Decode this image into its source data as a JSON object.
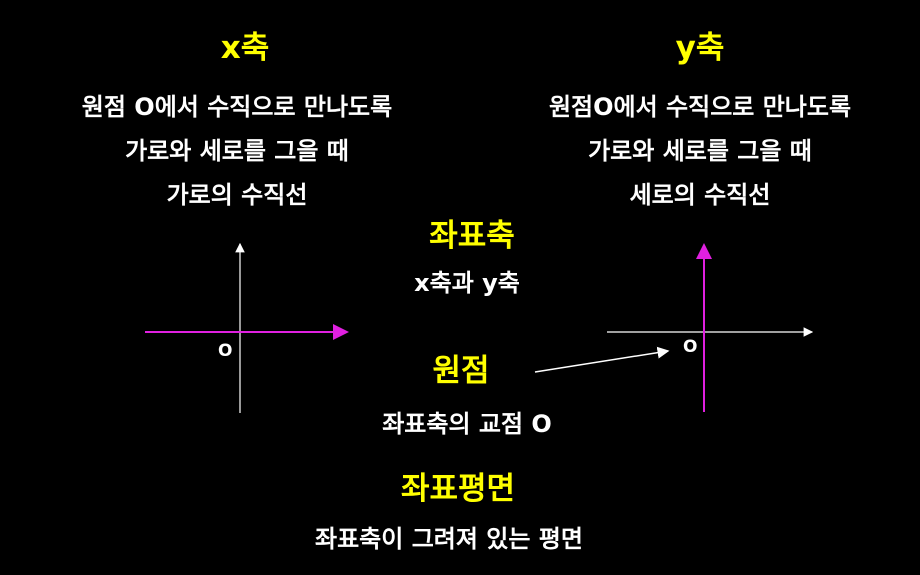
{
  "xaxis": {
    "title": "x축",
    "lines": [
      "원점 O에서 수직으로 만나도록",
      "가로와 세로를 그을 때",
      "가로의 수직선"
    ],
    "origin_label": "O"
  },
  "yaxis": {
    "title": "y축",
    "lines": [
      "원점O에서 수직으로 만나도록",
      "가로와 세로를 그을 때",
      "세로의 수직선"
    ],
    "origin_label": "O"
  },
  "coordinate_axes": {
    "title": "좌표축",
    "desc": "x축과 y축"
  },
  "origin": {
    "title": "원점",
    "desc": "좌표축의 교점 O"
  },
  "coordinate_plane": {
    "title": "좌표평면",
    "desc": "좌표축이 그려져 있는 평면"
  },
  "colors": {
    "accent": "#ffff00",
    "highlight_axis": "#e020e0",
    "text": "#ffffff"
  }
}
